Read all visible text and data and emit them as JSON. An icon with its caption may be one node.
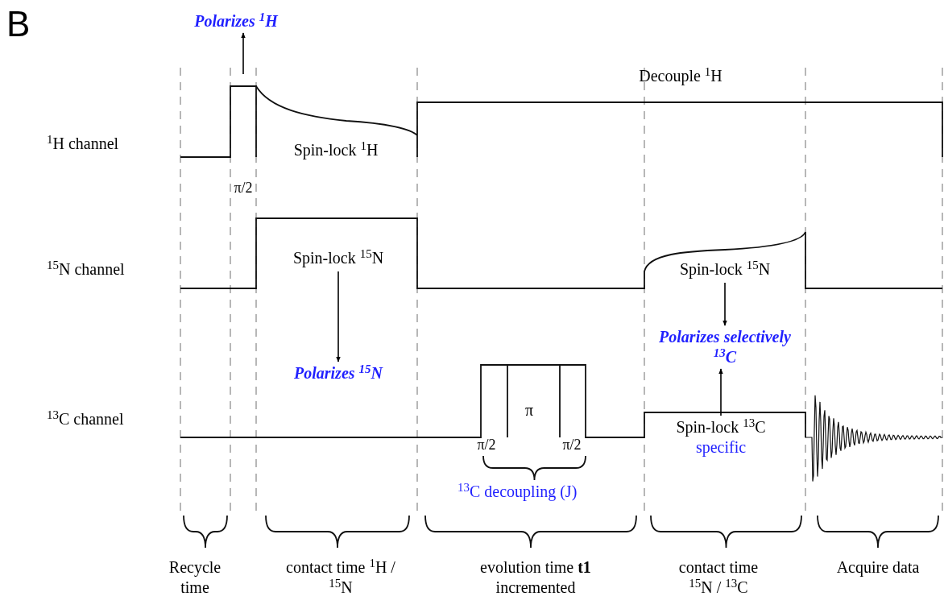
{
  "diagram": {
    "nodes": [
      {
        "text": [
          "Polarizes $^{1}$H"
        ]
      },
      {
        "text": [
          "Spin-lock $^{15}$N"
        ]
      },
      {
        "text": [
          "Polarizes $^{15}$N"
        ]
      },
      {
        "text": [
          "Spin-lock $^{15}$N"
        ]
      },
      {
        "text": [
          "Polarizes selectively $^{13}$C"
        ]
      },
      {
        "text": [
          "Spin-lock $^{13}$C",
          "specific"
        ]
      }
    ],
    "edges": [
      {
        "from": null,
        "to": 0,
        "arrow": "to"
      },
      {
        "from": 1,
        "to": 2,
        "arrow": "to"
      },
      {
        "from": 3,
        "to": 4,
        "arrow": "to"
      },
      {
        "from": 5,
        "to": 4,
        "arrow": "to"
      }
    ],
    "labels": [
      "B",
      "Decouple $^{1}$H",
      "$^{1}$H channel",
      "$^{15}$N channel",
      "$^{13}$C channel",
      "π/2",
      "Spin-lock $^{1}$H",
      "π",
      "π/2",
      "π/2",
      "$^{13}$C decoupling (J)",
      "Recycle time",
      "contact time $^{1}$H / $^{15}$N",
      "evolution time **t1** incremented",
      "contact time $^{15}$N / $^{13}$C",
      "Acquire data"
    ]
  }
}
